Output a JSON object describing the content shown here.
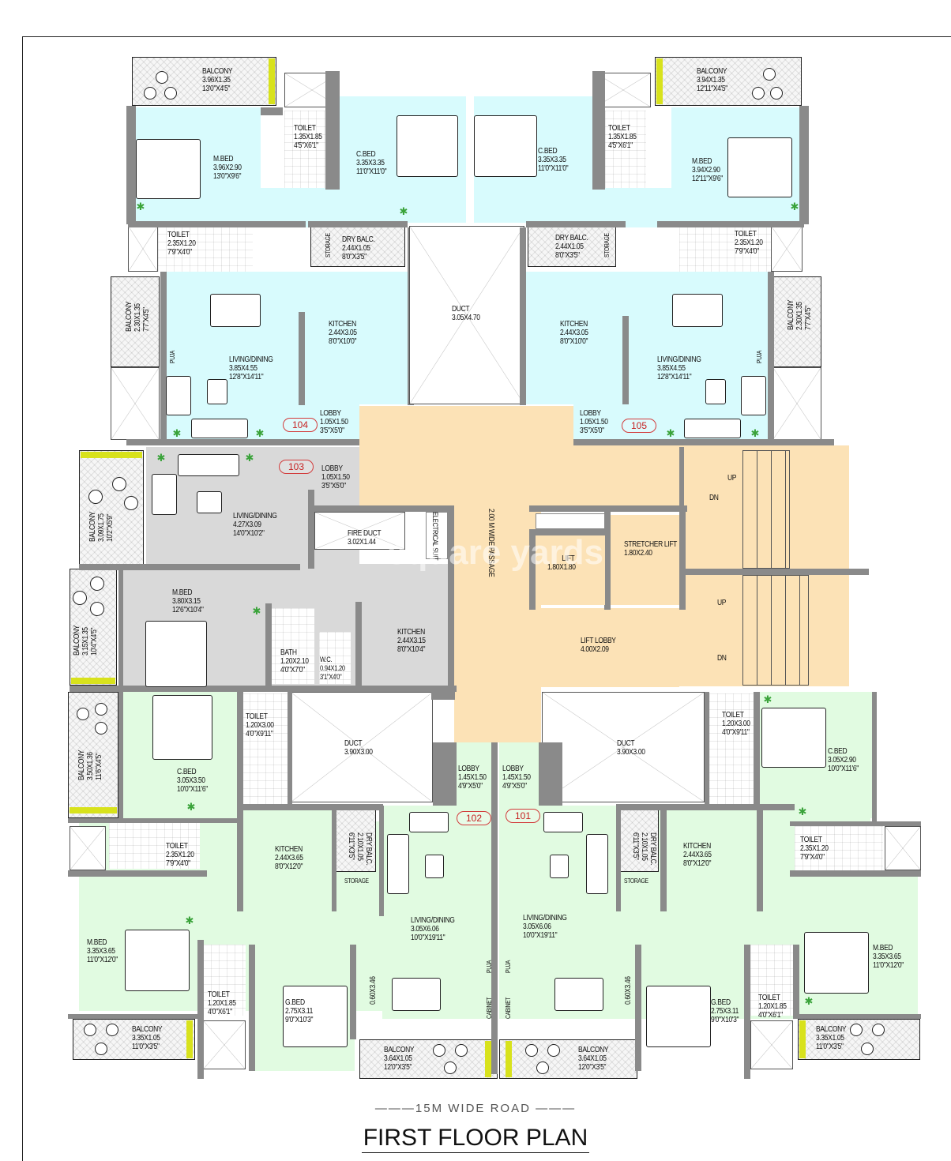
{
  "colors": {
    "unit_cyan": "#d8fbfd",
    "unit_grey": "#d9d9d9",
    "unit_green": "#e1fbe1",
    "common_beige": "#fce2b6",
    "wall": "#8a8a8a",
    "badge_red": "#c62222"
  },
  "plan": {
    "title": "FIRST FLOOR PLAN",
    "road_label": "———15M WIDE ROAD ———",
    "watermark": "square yards"
  },
  "units": {
    "u104": {
      "badge": "104",
      "rooms": {
        "balcony_top": {
          "name": "BALCONY",
          "metric": "3.96X1.35",
          "imperial": "13'0\"X4'5\""
        },
        "m_bed": {
          "name": "M.BED",
          "metric": "3.96X2.90",
          "imperial": "13'0\"X9'6\""
        },
        "toilet_1": {
          "name": "TOILET",
          "metric": "1.35X1.85",
          "imperial": "4'5\"X6'1\""
        },
        "c_bed": {
          "name": "C.BED",
          "metric": "3.35X3.35",
          "imperial": "11'0\"X11'0\""
        },
        "toilet_2": {
          "name": "TOILET",
          "metric": "2.35X1.20",
          "imperial": "7'9\"X4'0\""
        },
        "dry_balc": {
          "name": "DRY BALC.",
          "metric": "2.44X1.05",
          "imperial": "8'0\"X3'5\""
        },
        "storage": {
          "name": "STORAGE"
        },
        "balcony_side": {
          "name": "BALCONY",
          "metric": "2.30X1.35",
          "imperial": "7'7\"X4'5\""
        },
        "puja": {
          "name": "PUJA"
        },
        "kitchen": {
          "name": "KITCHEN",
          "metric": "2.44X3.05",
          "imperial": "8'0\"X10'0\""
        },
        "living": {
          "name": "LIVING/DINING",
          "metric": "3.85X4.55",
          "imperial": "12'8\"X14'11\""
        },
        "lobby": {
          "name": "LOBBY",
          "metric": "1.05X1.50",
          "imperial": "3'5\"X5'0\""
        }
      }
    },
    "u105": {
      "badge": "105",
      "rooms": {
        "balcony_top": {
          "name": "BALCONY",
          "metric": "3.94X1.35",
          "imperial": "12'11\"X4'5\""
        },
        "m_bed": {
          "name": "M.BED",
          "metric": "3.94X2.90",
          "imperial": "12'11\"X9'6\""
        },
        "toilet_1": {
          "name": "TOILET",
          "metric": "1.35X1.85",
          "imperial": "4'5\"X6'1\""
        },
        "c_bed": {
          "name": "C.BED",
          "metric": "3.35X3.35",
          "imperial": "11'0\"X11'0\""
        },
        "toilet_2": {
          "name": "TOILET",
          "metric": "2.35X1.20",
          "imperial": "7'9\"X4'0\""
        },
        "dry_balc": {
          "name": "DRY BALC.",
          "metric": "2.44X1.05",
          "imperial": "8'0\"X3'5\""
        },
        "storage": {
          "name": "STORAGE"
        },
        "balcony_side": {
          "name": "BALCONY",
          "metric": "2.30X1.35",
          "imperial": "7'7\"X4'5\""
        },
        "puja": {
          "name": "PUJA"
        },
        "kitchen": {
          "name": "KITCHEN",
          "metric": "2.44X3.05",
          "imperial": "8'0\"X10'0\""
        },
        "living": {
          "name": "LIVING/DINING",
          "metric": "3.85X4.55",
          "imperial": "12'8\"X14'11\""
        },
        "lobby": {
          "name": "LOBBY",
          "metric": "1.05X1.50",
          "imperial": "3'5\"X5'0\""
        }
      }
    },
    "u103": {
      "badge": "103",
      "rooms": {
        "lobby": {
          "name": "LOBBY",
          "metric": "1.05X1.50",
          "imperial": "3'5\"X5'0\""
        },
        "living": {
          "name": "LIVING/DINING",
          "metric": "4.27X3.09",
          "imperial": "14'0\"X10'2\""
        },
        "balcony_1": {
          "name": "BALCONY",
          "metric": "3.09X1.75",
          "imperial": "10'2\"X5'9\""
        },
        "balcony_2": {
          "name": "BALCONY",
          "metric": "3.15X1.35",
          "imperial": "10'4\"X4'5\""
        },
        "m_bed": {
          "name": "M.BED",
          "metric": "3.80X3.15",
          "imperial": "12'6\"X10'4\""
        },
        "bath": {
          "name": "BATH",
          "metric": "1.20X2.10",
          "imperial": "4'0\"X7'0\""
        },
        "wc": {
          "name": "W.C.",
          "metric": "0.94X1.20",
          "imperial": "3'1\"X4'0\""
        },
        "kitchen": {
          "name": "KITCHEN",
          "metric": "2.44X3.15",
          "imperial": "8'0\"X10'4\""
        }
      }
    },
    "u102": {
      "badge": "102",
      "rooms": {
        "balcony_side": {
          "name": "BALCONY",
          "metric": "3.50X1.36",
          "imperial": "11'6\"X4'5\""
        },
        "c_bed": {
          "name": "C.BED",
          "metric": "3.05X3.50",
          "imperial": "10'0\"X11'6\""
        },
        "toilet_1": {
          "name": "TOILET",
          "metric": "1.20X3.00",
          "imperial": "4'0\"X9'11\""
        },
        "toilet_2": {
          "name": "TOILET",
          "metric": "2.35X1.20",
          "imperial": "7'9\"X4'0\""
        },
        "kitchen": {
          "name": "KITCHEN",
          "metric": "2.44X3.65",
          "imperial": "8'0\"X12'0\""
        },
        "dry_balc": {
          "name": "DRY BALC.",
          "metric": "2.10X1.05",
          "imperial": "6'11\"X3'5\""
        },
        "storage": {
          "name": "STORAGE"
        },
        "lobby": {
          "name": "LOBBY",
          "metric": "1.45X1.50",
          "imperial": "4'9\"X5'0\""
        },
        "living": {
          "name": "LIVING/DINING",
          "metric": "3.05X6.06",
          "imperial": "10'0\"X19'11\""
        },
        "m_bed": {
          "name": "M.BED",
          "metric": "3.35X3.65",
          "imperial": "11'0\"X12'0\""
        },
        "toilet_3": {
          "name": "TOILET",
          "metric": "1.20X1.85",
          "imperial": "4'0\"X6'1\""
        },
        "g_bed": {
          "name": "G.BED",
          "metric": "2.75X3.11",
          "imperial": "9'0\"X10'3\""
        },
        "balcony_1": {
          "name": "BALCONY",
          "metric": "3.35X1.05",
          "imperial": "11'0\"X3'5\""
        },
        "balcony_2": {
          "name": "BALCONY",
          "metric": "3.64X1.05",
          "imperial": "12'0\"X3'5\""
        },
        "dim": "0.60X3.46",
        "puja": "PUJA",
        "cabinet": "CABINET"
      }
    },
    "u101": {
      "badge": "101",
      "rooms": {
        "c_bed": {
          "name": "C.BED",
          "metric": "3.05X2.90",
          "imperial": "10'0\"X11'6\""
        },
        "toilet_1": {
          "name": "TOILET",
          "metric": "1.20X3.00",
          "imperial": "4'0\"X9'11\""
        },
        "toilet_2": {
          "name": "TOILET",
          "metric": "2.35X1.20",
          "imperial": "7'9\"X4'0\""
        },
        "kitchen": {
          "name": "KITCHEN",
          "metric": "2.44X3.65",
          "imperial": "8'0\"X12'0\""
        },
        "dry_balc": {
          "name": "DRY BALC.",
          "metric": "2.10X1.05",
          "imperial": "6'11\"X3'5\""
        },
        "storage": {
          "name": "STORAGE"
        },
        "lobby": {
          "name": "LOBBY",
          "metric": "1.45X1.50",
          "imperial": "4'9\"X5'0\""
        },
        "living": {
          "name": "LIVING/DINING",
          "metric": "3.05X6.06",
          "imperial": "10'0\"X19'11\""
        },
        "m_bed": {
          "name": "M.BED",
          "metric": "3.35X3.65",
          "imperial": "11'0\"X12'0\""
        },
        "toilet_3": {
          "name": "TOILET",
          "metric": "1.20X1.85",
          "imperial": "4'0\"X6'1\""
        },
        "g_bed": {
          "name": "G.BED",
          "metric": "2.75X3.11",
          "imperial": "9'0\"X10'3\""
        },
        "balcony_1": {
          "name": "BALCONY",
          "metric": "3.35X1.05",
          "imperial": "11'0\"X3'5\""
        },
        "balcony_2": {
          "name": "BALCONY",
          "metric": "3.64X1.05",
          "imperial": "12'0\"X3'5\""
        },
        "dim": "0.60X3.46",
        "puja": "PUJA",
        "cabinet": "CABINET"
      }
    }
  },
  "common": {
    "duct_top": {
      "name": "DUCT",
      "metric": "3.05X4.70"
    },
    "fire_duct": {
      "name": "FIRE DUCT",
      "metric": "3.02X1.44"
    },
    "electrical": "ELECTRICAL SUIT",
    "passage": "2.00 M WIDE PASSAGE",
    "lift": {
      "name": "LIFT",
      "metric": "1.80X1.80"
    },
    "stretcher_lift": {
      "name": "STRETCHER LIFT",
      "metric": "1.80X2.40"
    },
    "lift_lobby": {
      "name": "LIFT LOBBY",
      "metric": "4.00X2.09"
    },
    "stair_up_1": "UP",
    "stair_dn_1": "DN",
    "stair_up_2": "UP",
    "stair_dn_2": "DN",
    "duct_left": {
      "name": "DUCT",
      "metric": "3.90X3.00"
    },
    "duct_right": {
      "name": "DUCT",
      "metric": "3.90X3.00"
    }
  }
}
